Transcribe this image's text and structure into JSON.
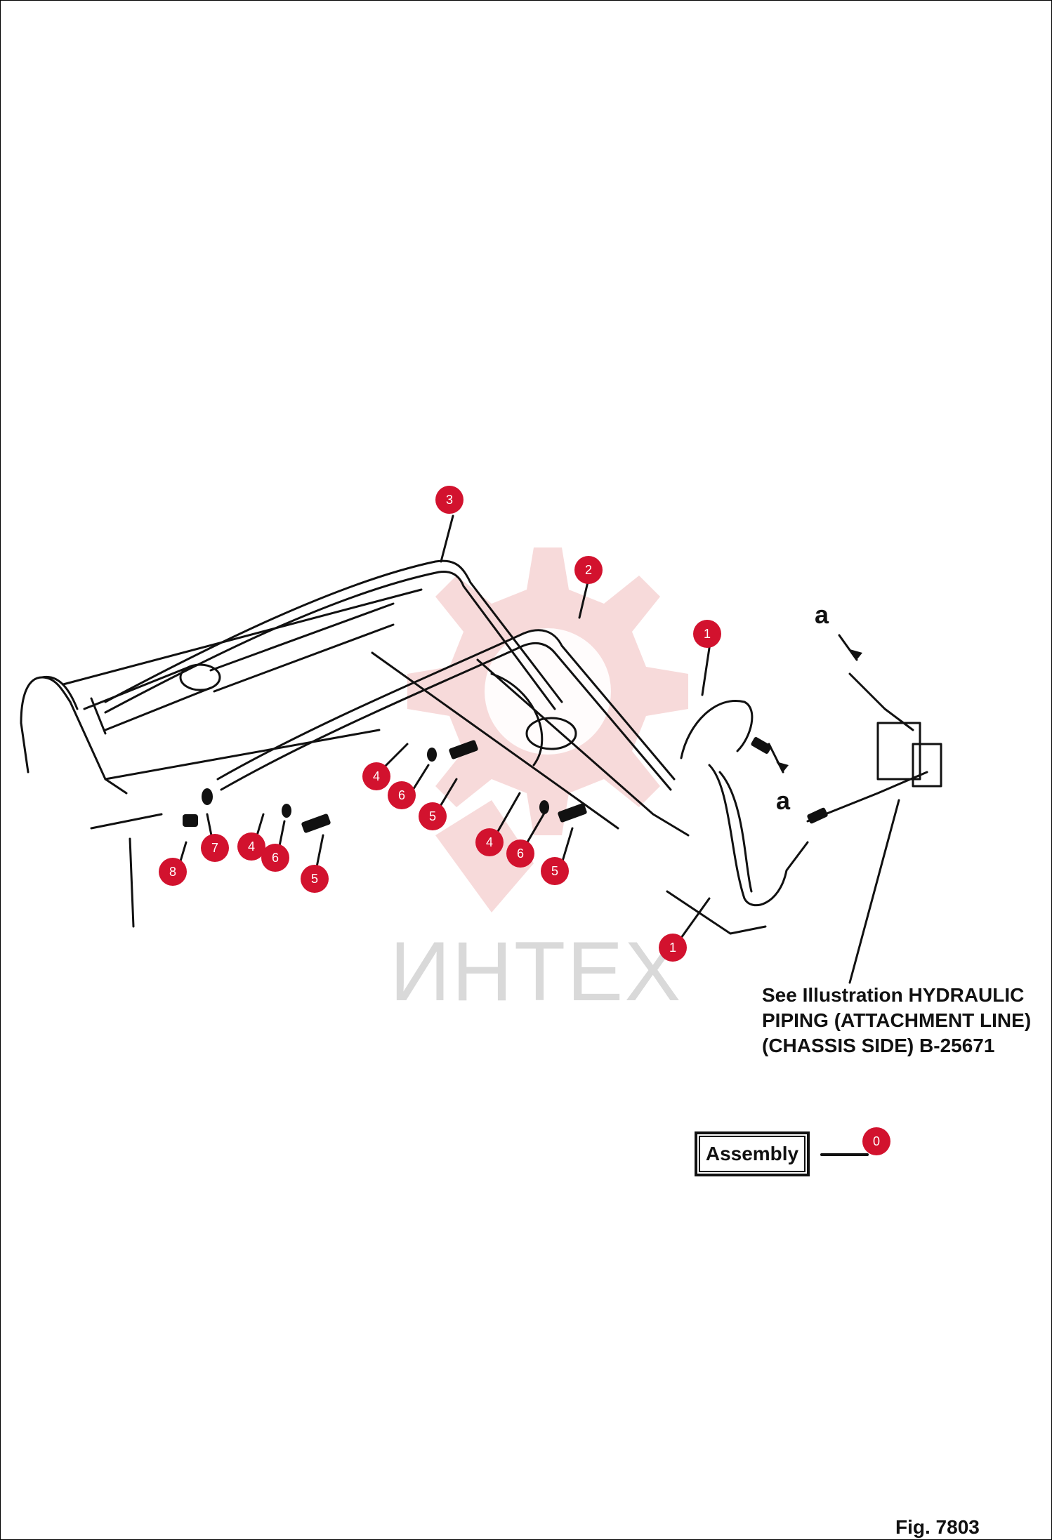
{
  "callouts": [
    {
      "number": "3",
      "color": "#d2122e"
    },
    {
      "number": "2",
      "color": "#d2122e"
    },
    {
      "number": "1",
      "color": "#d2122e"
    },
    {
      "number": "1",
      "color": "#d2122e"
    },
    {
      "number": "4",
      "color": "#d2122e"
    },
    {
      "number": "6",
      "color": "#d2122e"
    },
    {
      "number": "5",
      "color": "#d2122e"
    },
    {
      "number": "4",
      "color": "#d2122e"
    },
    {
      "number": "6",
      "color": "#d2122e"
    },
    {
      "number": "5",
      "color": "#d2122e"
    },
    {
      "number": "7",
      "color": "#d2122e"
    },
    {
      "number": "4",
      "color": "#d2122e"
    },
    {
      "number": "6",
      "color": "#d2122e"
    },
    {
      "number": "5",
      "color": "#d2122e"
    },
    {
      "number": "8",
      "color": "#d2122e"
    },
    {
      "number": "0",
      "color": "#d2122e"
    }
  ],
  "ref_letters": [
    "a",
    "a"
  ],
  "note_lines": [
    "See Illustration HYDRAULIC",
    "PIPING (ATTACHMENT LINE)",
    "(CHASSIS SIDE) B-25671"
  ],
  "assembly_label": "Assembly",
  "figure_label": "Fig. 7803",
  "watermark": {
    "text": "ИНТЕХ",
    "icon": "gear-logo-icon",
    "color": "#f3c9c9"
  }
}
